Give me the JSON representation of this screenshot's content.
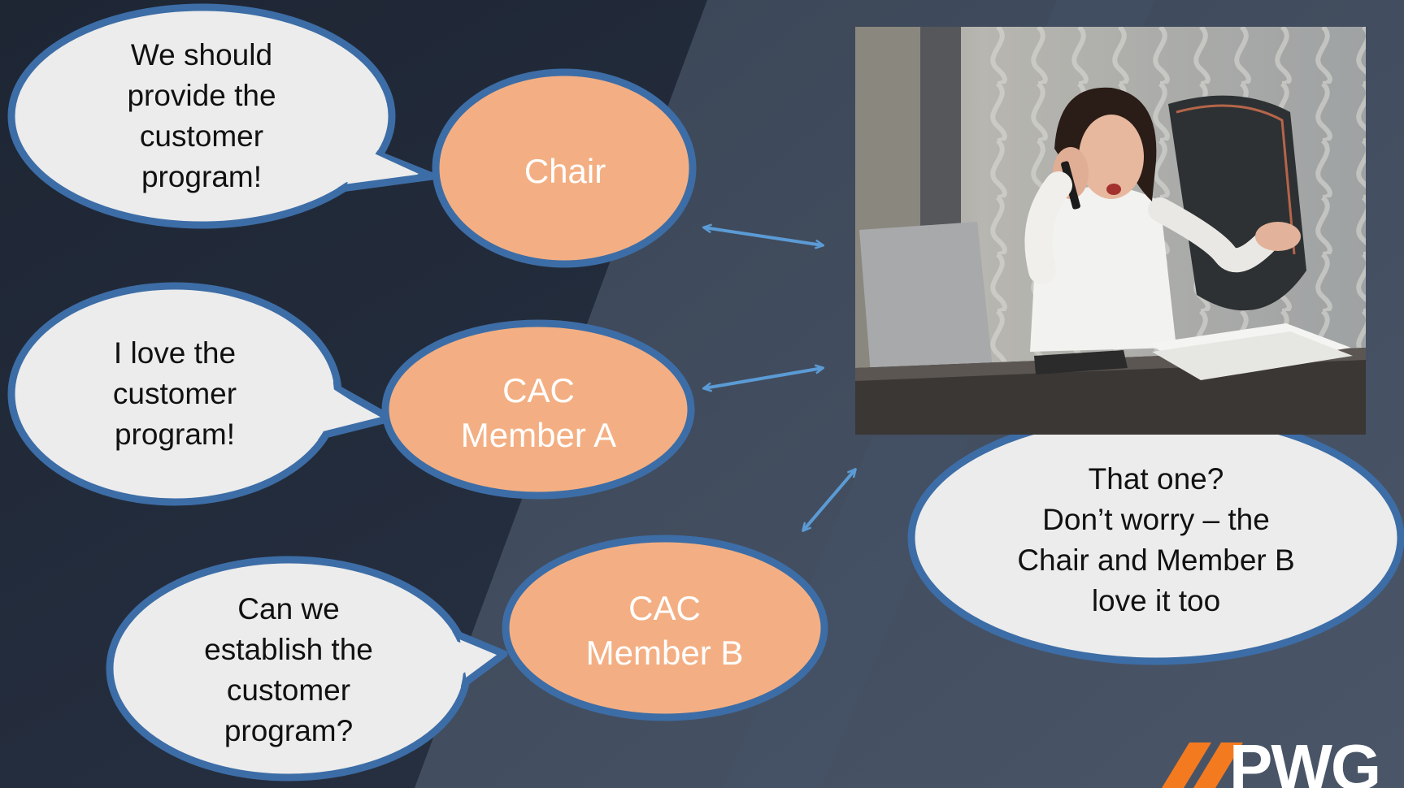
{
  "colors": {
    "background_dark": "#222b3a",
    "background_panel": "#3a4556",
    "bubble_fill": "#ececec",
    "bubble_stroke": "#3d6da6",
    "node_fill": "#f3af83",
    "node_stroke": "#3d6da6",
    "arrow": "#5b9bd5",
    "logo_accent": "#f47a20",
    "logo_text": "#ffffff"
  },
  "nodes": [
    {
      "id": "chair",
      "label": "Chair"
    },
    {
      "id": "member_a",
      "label": "CAC\nMember A"
    },
    {
      "id": "member_b",
      "label": "CAC\nMember B"
    }
  ],
  "bubbles": [
    {
      "speaker": "chair",
      "text": "We should\nprovide the\ncustomer\nprogram!"
    },
    {
      "speaker": "member_a",
      "text": "I love the\ncustomer\nprogram!"
    },
    {
      "speaker": "member_b",
      "text": "Can we\nestablish the\ncustomer\nprogram?"
    },
    {
      "speaker": "photo_person",
      "text": "That one?\nDon’t worry – the\nChair and Member B\nlove it too"
    }
  ],
  "photo": {
    "description_icon": "stressed-woman-on-phone-photo"
  },
  "logo": {
    "text": "PWG"
  }
}
